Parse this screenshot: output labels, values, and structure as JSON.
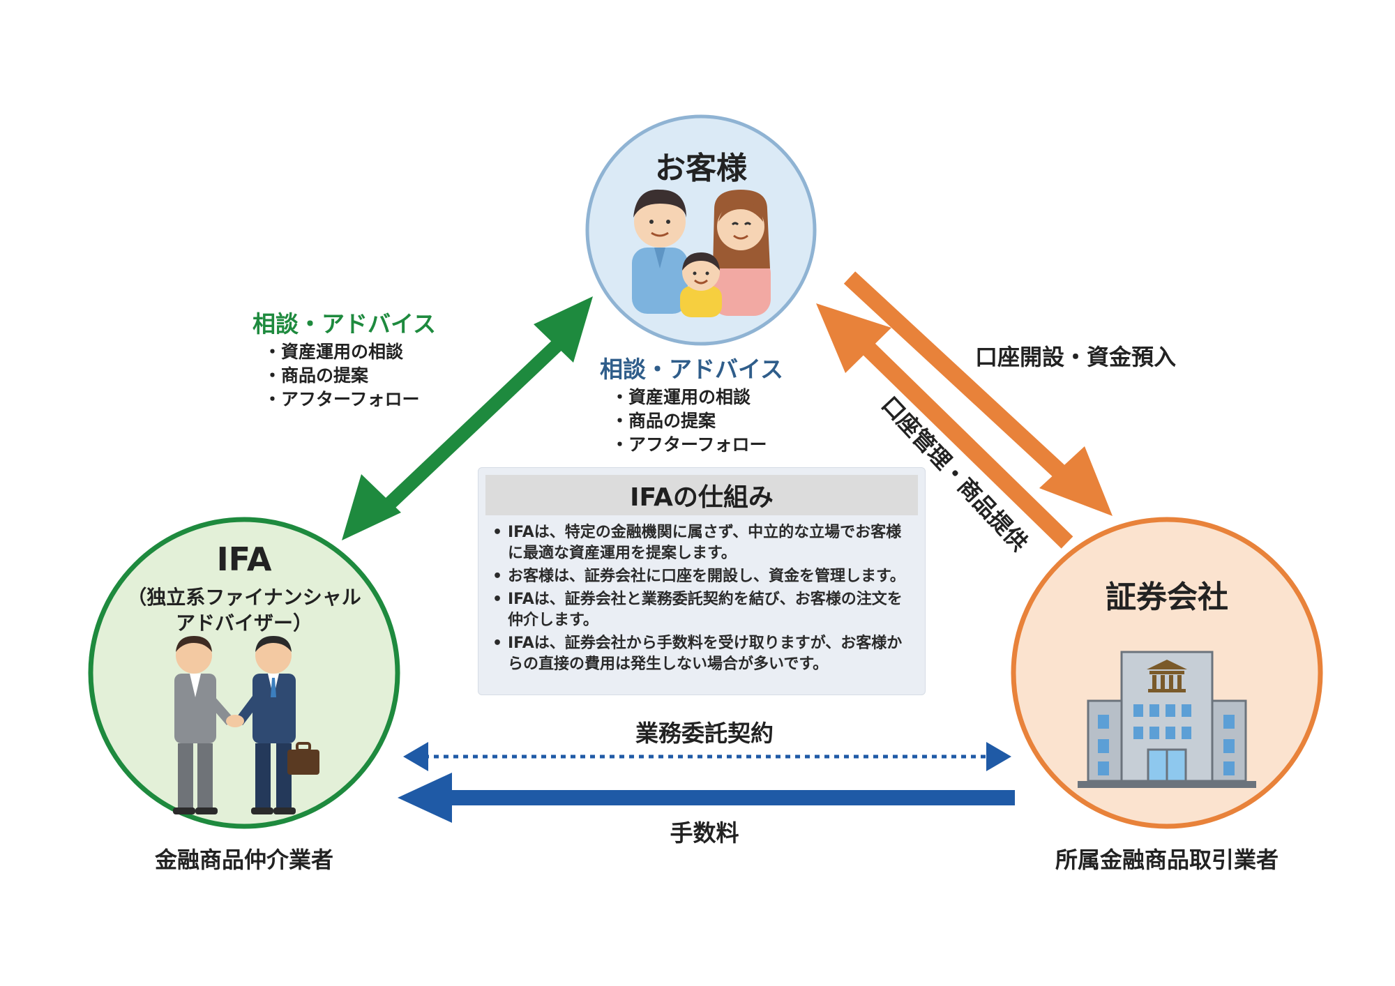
{
  "customer": {
    "title": "お客様",
    "consult_title": "相談・アドバイス",
    "consult_items": [
      "資産運用の相談",
      "商品の提案",
      "アフターフォロー"
    ]
  },
  "ifa": {
    "title": "IFA",
    "subtitle_line1": "（独立系ファイナンシャル",
    "subtitle_line2": "アドバイザー）",
    "caption": "金融商品仲介業者"
  },
  "securities": {
    "title": "証券会社",
    "caption": "所属金融商品取引業者"
  },
  "left_link": {
    "title": "相談・アドバイス",
    "items": [
      "資産運用の相談",
      "商品の提案",
      "アフターフォロー"
    ]
  },
  "right_link": {
    "outbound": "口座開設・資金預入",
    "inbound": "口座管理・商品提供"
  },
  "bottom_link": {
    "contract": "業務委託契約",
    "fee": "手数料"
  },
  "info_panel": {
    "title": "IFAの仕組み",
    "items": [
      "IFAは、特定の金融機関に属さず、中立的な立場でお客様に最適な資産運用を提案します。",
      "お客様は、証券会社に口座を開設し、資金を管理します。",
      "IFAは、証券会社と業務委託契約を結び、お客様の注文を仲介します。",
      "IFAは、証券会社から手数料を受け取りますが、お客様からの直接の費用は発生しない場合が多いです。"
    ]
  },
  "colors": {
    "green": "#1e8a3e",
    "orange": "#e8823a",
    "blue": "#1f5aa6",
    "customer_fill": "#dbeaf6",
    "customer_border": "#8fb3d3",
    "ifa_fill": "#e3f0d8",
    "securities_fill": "#fbe3cf"
  },
  "icons": {
    "customer": "family-icon",
    "ifa": "handshake-icon",
    "securities": "bank-building-icon"
  }
}
